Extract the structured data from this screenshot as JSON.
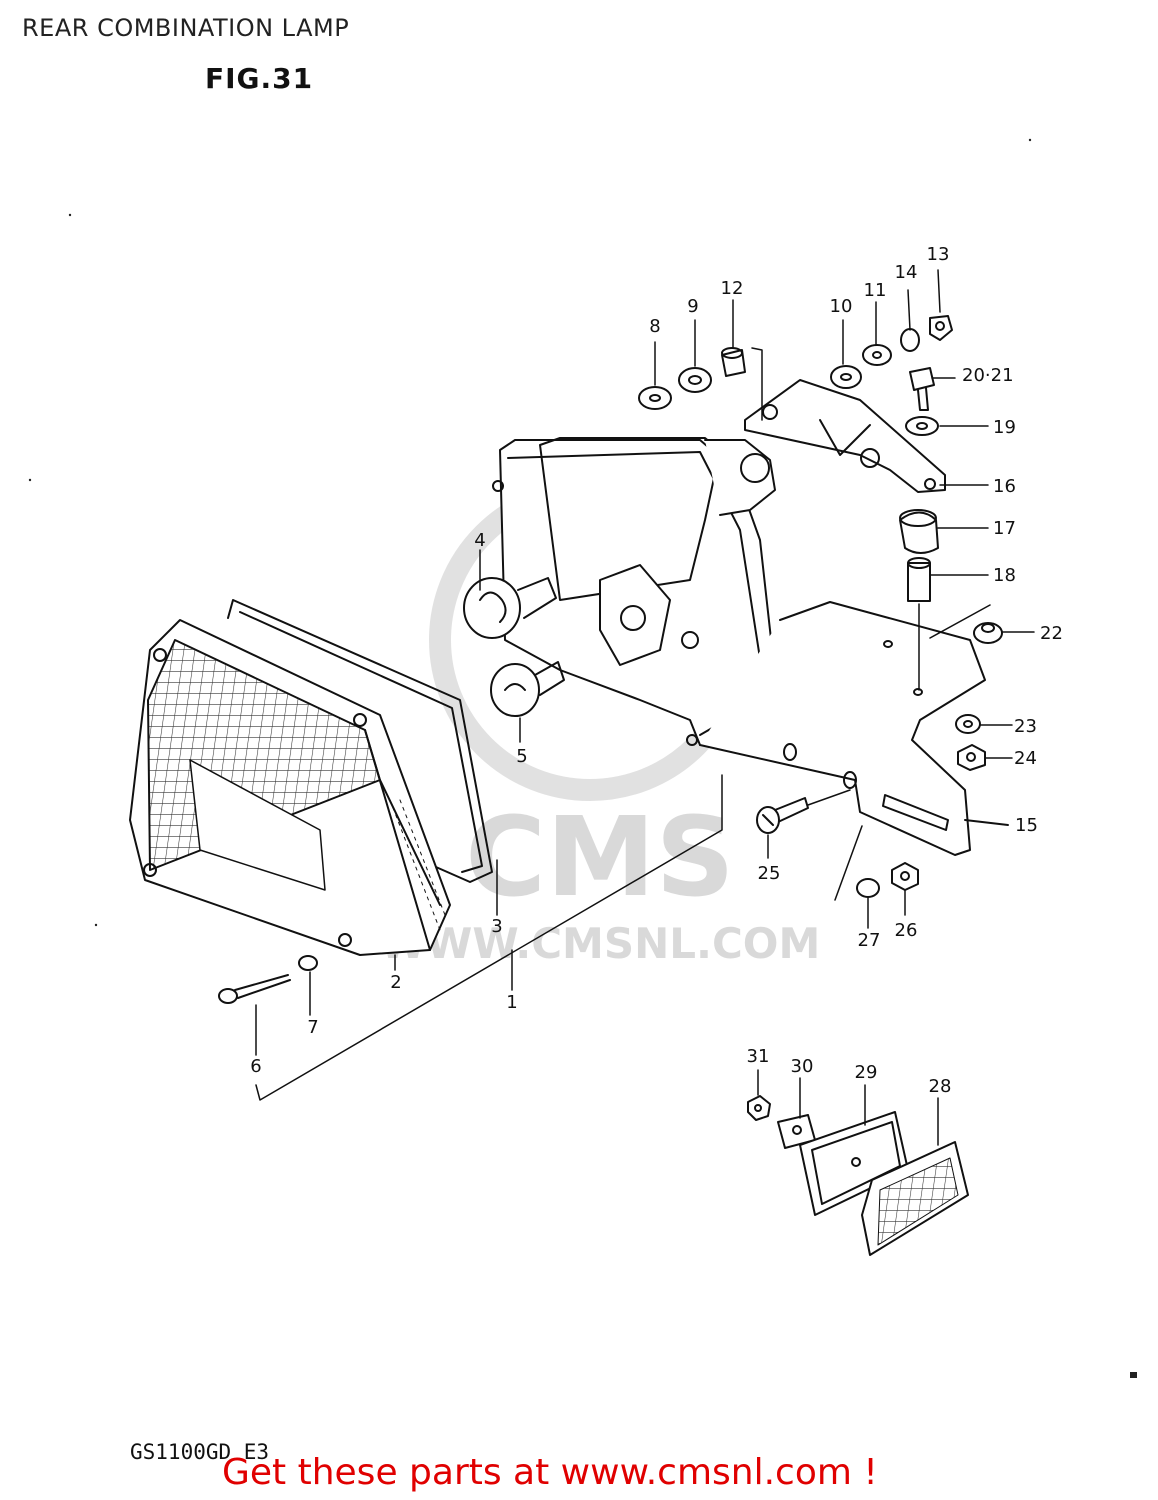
{
  "header": {
    "title": "REAR COMBINATION LAMP",
    "figure": "FIG.31"
  },
  "model": "GS1100GD E3",
  "footer": "Get these parts at www.cmsnl.com !",
  "watermark": {
    "brand": "CMS",
    "url": "WWW.CMSNL.COM"
  },
  "callouts": {
    "p1": "1",
    "p2": "2",
    "p3": "3",
    "p4": "4",
    "p5": "5",
    "p6": "6",
    "p7": "7",
    "p8": "8",
    "p9": "9",
    "p10": "10",
    "p11": "11",
    "p12": "12",
    "p13": "13",
    "p14": "14",
    "p15": "15",
    "p16": "16",
    "p17": "17",
    "p18": "18",
    "p19": "19",
    "p20": "20·21",
    "p22": "22",
    "p23": "23",
    "p24": "24",
    "p25": "25",
    "p26": "26",
    "p27": "27",
    "p28": "28",
    "p29": "29",
    "p30": "30",
    "p31": "31"
  },
  "colors": {
    "line": "#111111",
    "footer": "#e00000",
    "watermark": "#d9d9d9"
  }
}
